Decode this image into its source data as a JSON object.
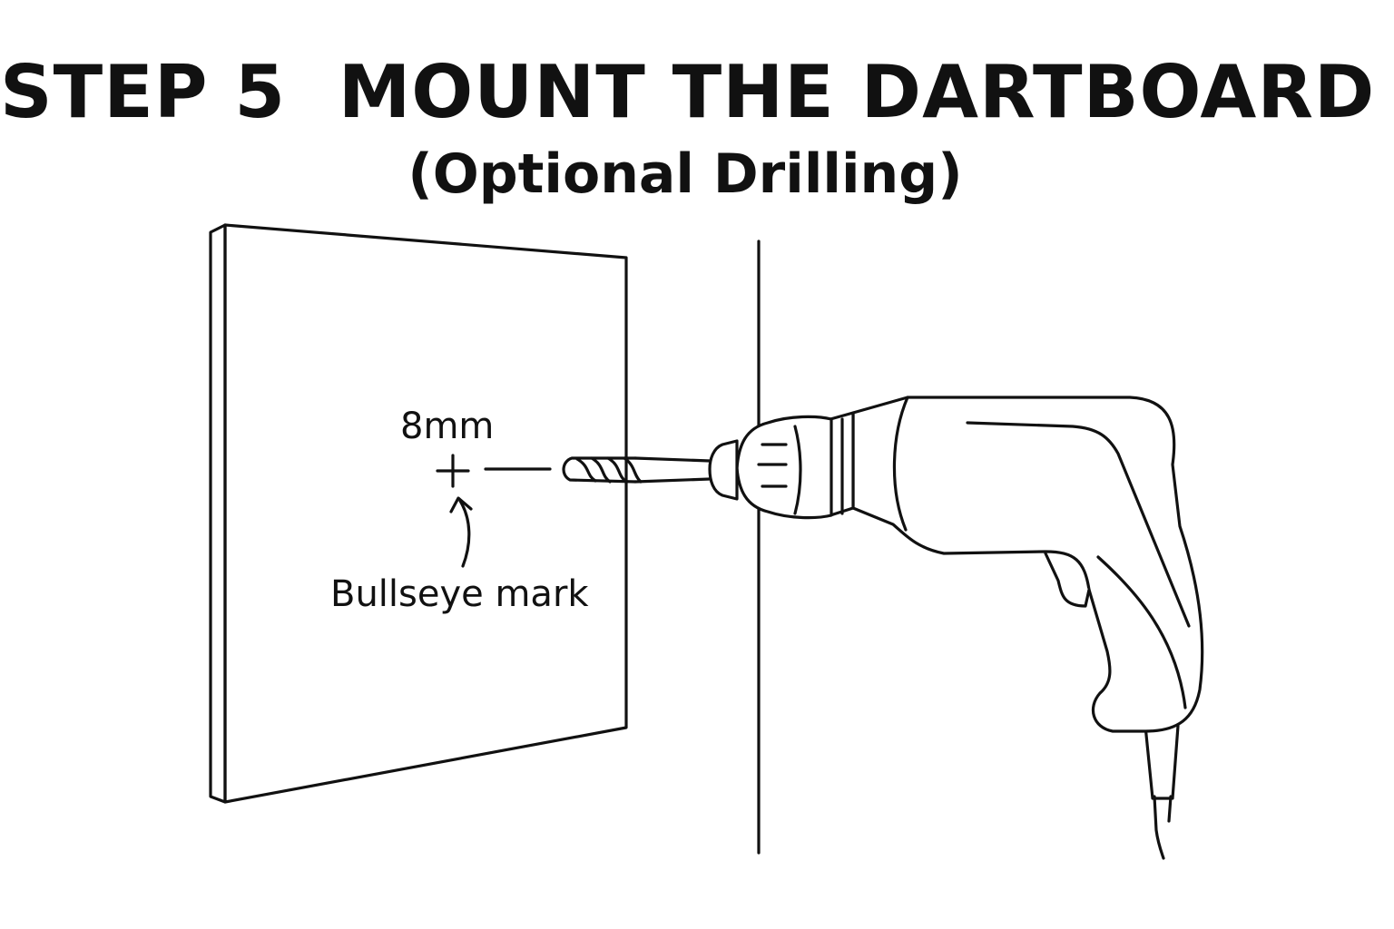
{
  "title": "STEP 5  MOUNT THE DARTBOARD",
  "subtitle": "(Optional Drilling)",
  "diagram": {
    "hole_size_label": "8mm",
    "mark_label": "Bullseye mark",
    "icons": [
      "dartboard-panel-icon",
      "wall-line-icon",
      "crosshair-mark-icon",
      "curved-arrow-icon",
      "drill-bit-icon",
      "power-drill-icon"
    ],
    "stroke_color": "#111111",
    "background_color": "#ffffff"
  }
}
